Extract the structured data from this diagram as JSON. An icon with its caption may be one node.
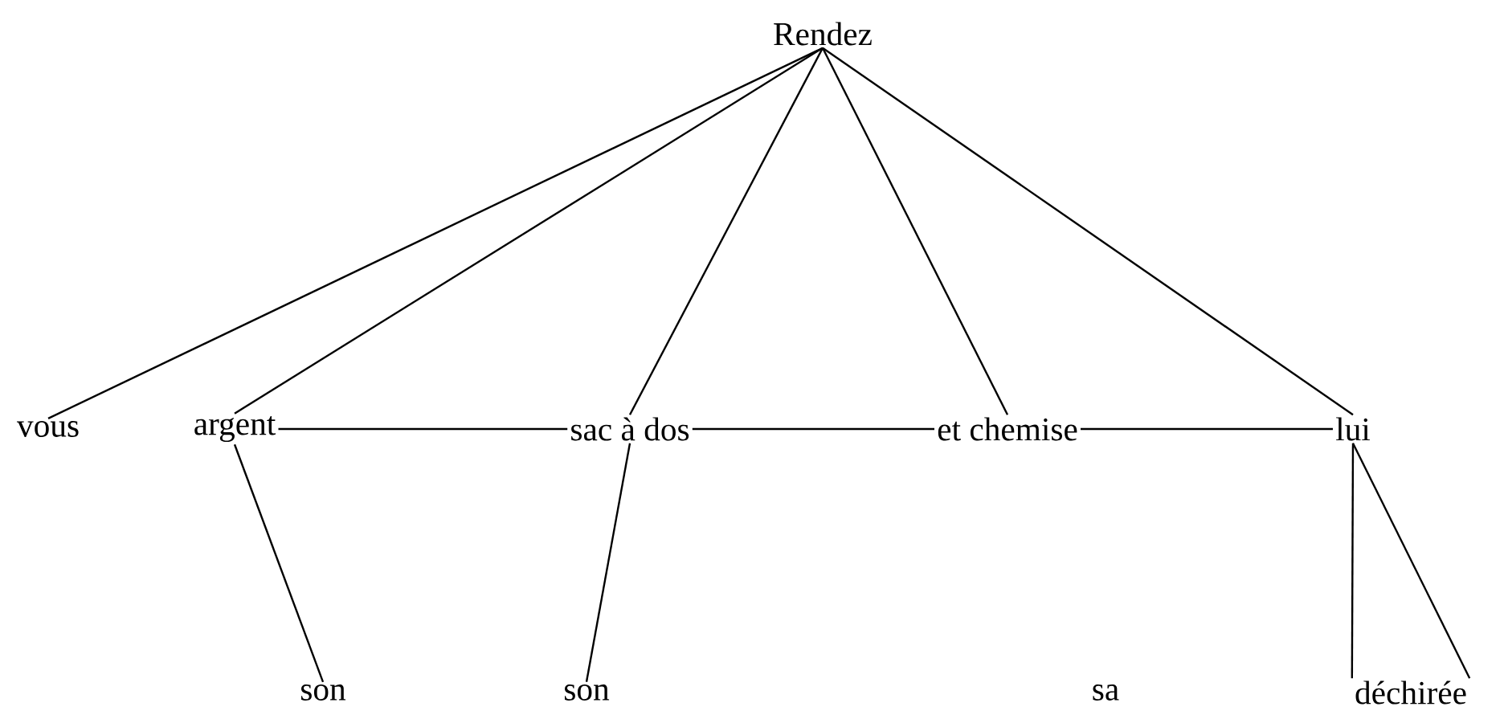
{
  "diagram": {
    "nodes": [
      {
        "text": [
          "Rendez"
        ]
      },
      {
        "text": [
          "vous"
        ]
      },
      {
        "text": [
          "argent"
        ]
      },
      {
        "text": [
          "sac à dos"
        ]
      },
      {
        "text": [
          "et chemise"
        ]
      },
      {
        "text": [
          "lui"
        ]
      },
      {
        "text": [
          "son"
        ]
      },
      {
        "text": [
          "son"
        ]
      },
      {
        "text": [
          "sa"
        ]
      },
      {
        "text": [
          "déchirée"
        ]
      }
    ],
    "edges": [
      {
        "from": 0,
        "to": 1,
        "arrow": "none"
      },
      {
        "from": 0,
        "to": 2,
        "arrow": "none"
      },
      {
        "from": 0,
        "to": 3,
        "arrow": "none"
      },
      {
        "from": 0,
        "to": 4,
        "arrow": "none"
      },
      {
        "from": 0,
        "to": 5,
        "arrow": "none"
      },
      {
        "from": 2,
        "to": 3,
        "arrow": "none"
      },
      {
        "from": 3,
        "to": 4,
        "arrow": "none"
      },
      {
        "from": 4,
        "to": 5,
        "arrow": "none"
      },
      {
        "from": 2,
        "to": 6,
        "arrow": "none"
      },
      {
        "from": 3,
        "to": 7,
        "arrow": "none"
      },
      {
        "from": 5,
        "to": 9,
        "arrow": "none"
      },
      {
        "from": 5,
        "to": 9,
        "arrow": "none"
      }
    ]
  }
}
